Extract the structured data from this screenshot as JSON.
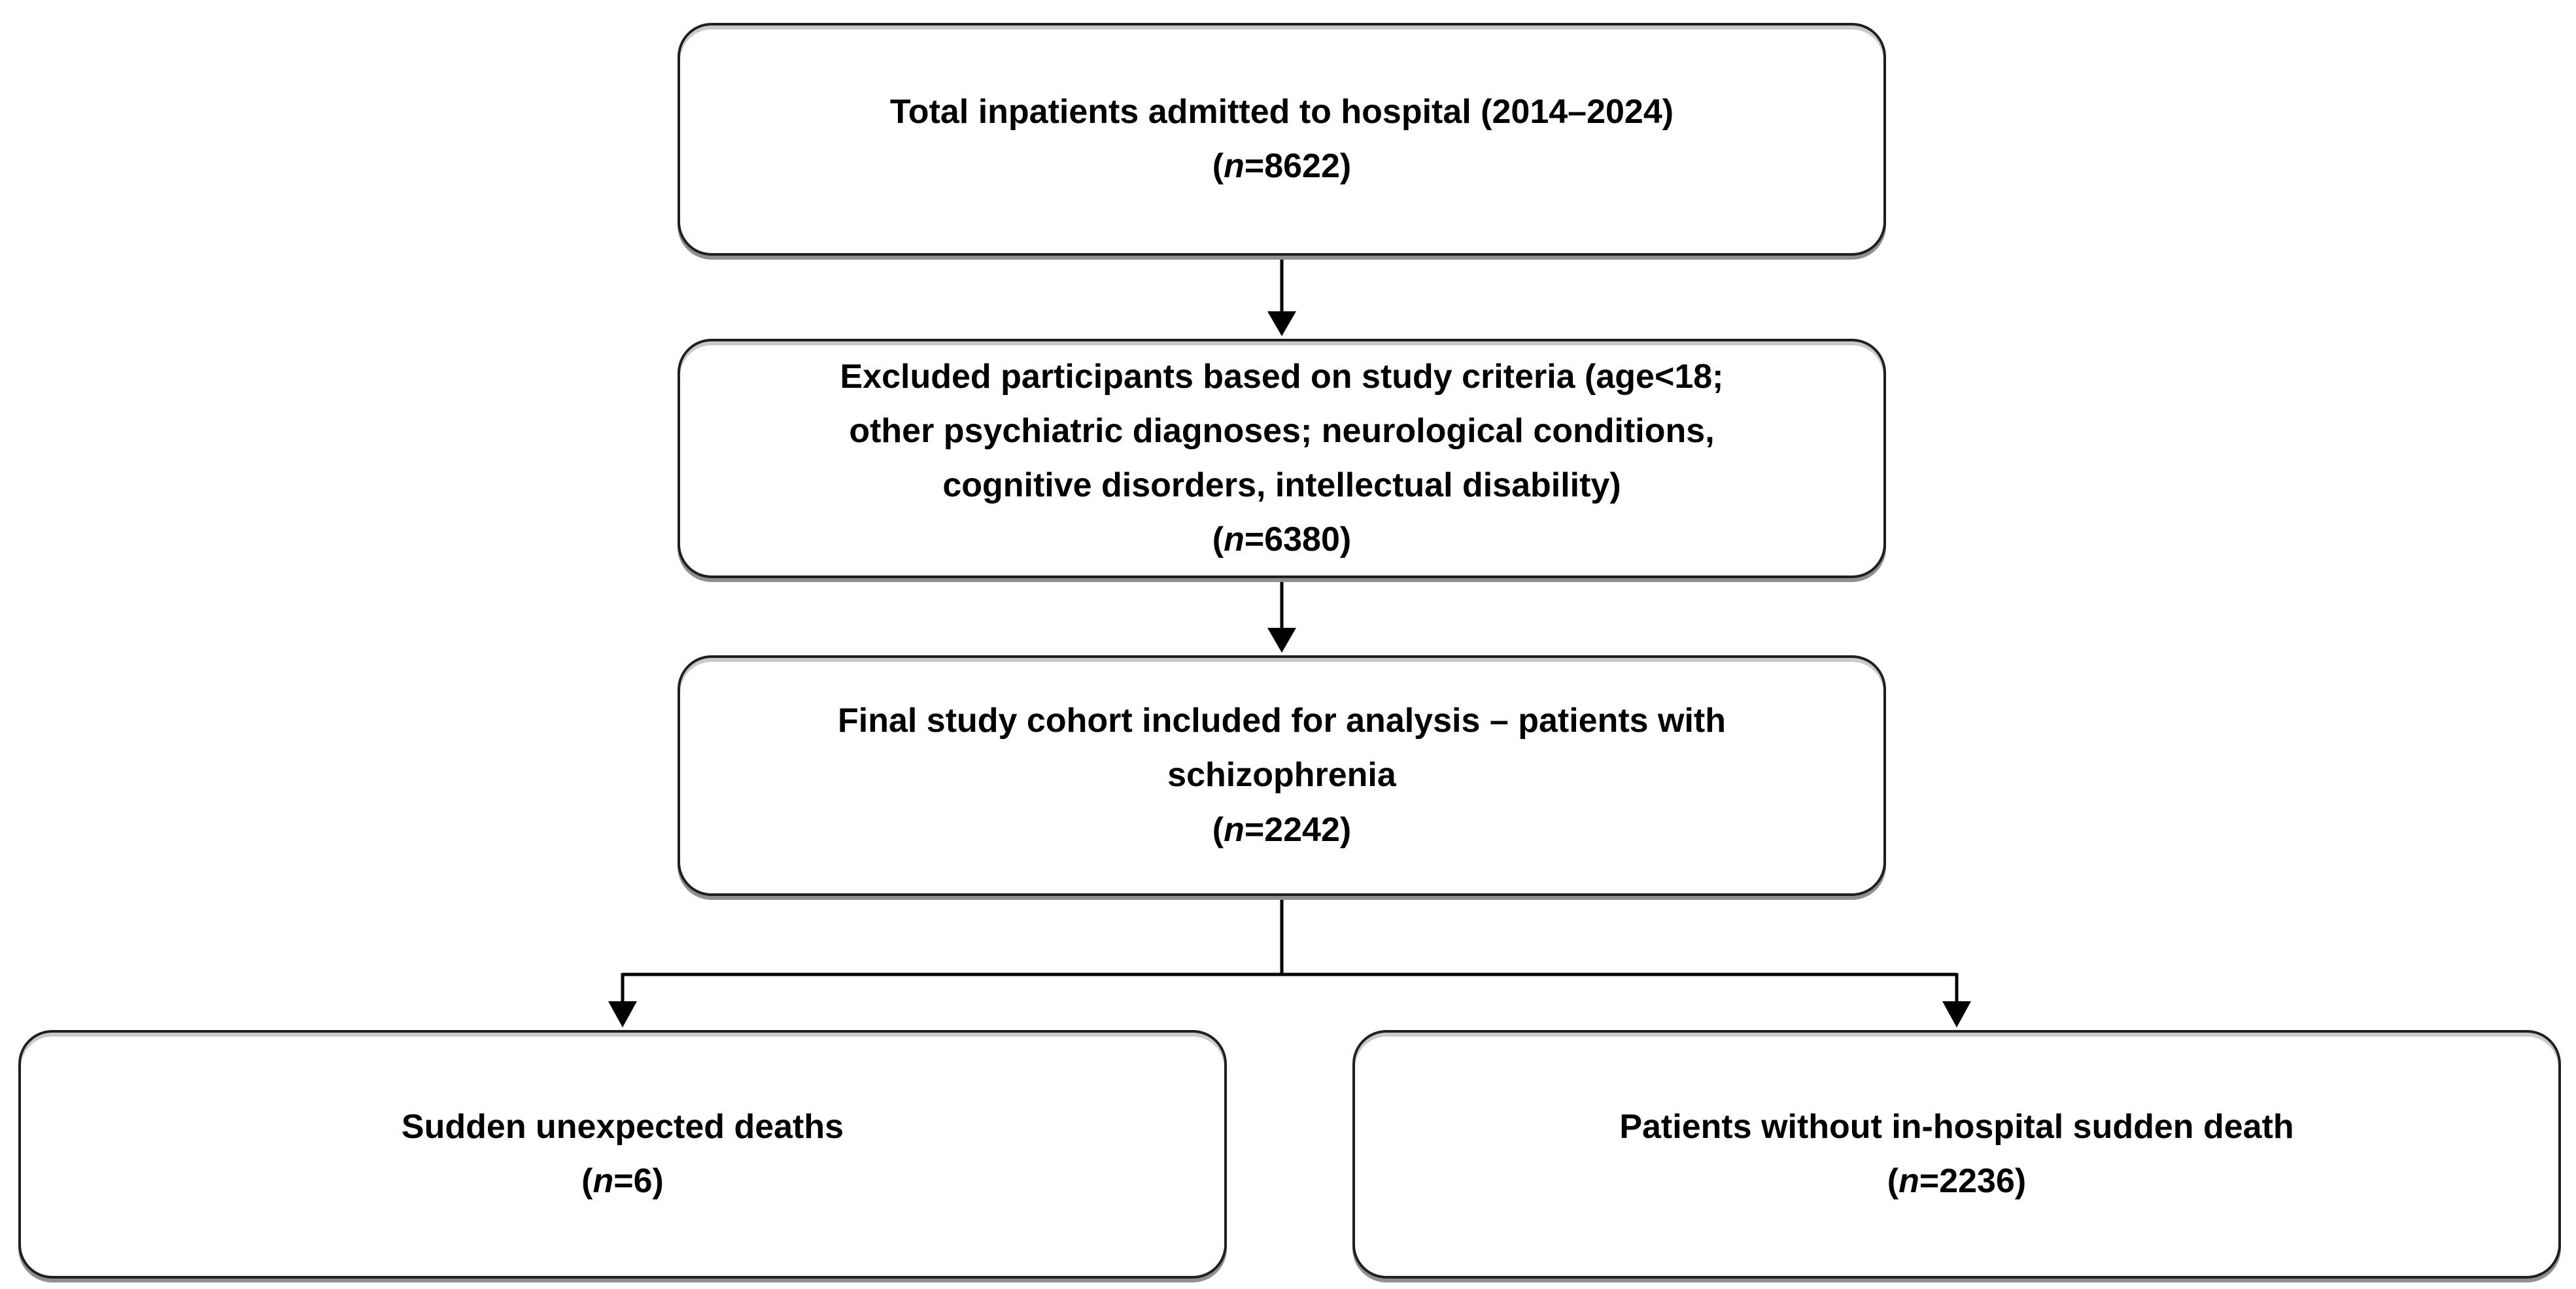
{
  "figure": {
    "type": "study-flow-diagram",
    "background_color": "#ffffff",
    "box_border_color": "#1f1f1f",
    "text_color": "#000000",
    "arrow_color": "#000000"
  },
  "n_format": {
    "open": "(",
    "symbol": "n",
    "equals": "=",
    "close": ")"
  },
  "boxes": [
    {
      "id": "total-inpatients",
      "lines": [
        "Total inpatients admitted to hospital (2014–2024)"
      ],
      "n": "8622"
    },
    {
      "id": "excluded-participants",
      "lines": [
        "Excluded participants based on study criteria (age<18;",
        "other psychiatric diagnoses; neurological conditions,",
        "cognitive disorders, intellectual disability)"
      ],
      "n": "6380"
    },
    {
      "id": "final-cohort",
      "lines": [
        "Final study cohort included for analysis – patients with",
        "schizophrenia"
      ],
      "n": "2242"
    },
    {
      "id": "sudden-deaths",
      "lines": [
        "Sudden unexpected deaths"
      ],
      "n": "6"
    },
    {
      "id": "no-sudden-death",
      "lines": [
        "Patients without in-hospital sudden death"
      ],
      "n": "2236"
    }
  ],
  "connections": [
    {
      "from": "total-inpatients",
      "to": "excluded-participants",
      "style": "arrow"
    },
    {
      "from": "excluded-participants",
      "to": "final-cohort",
      "style": "arrow"
    },
    {
      "from": "final-cohort",
      "to": "sudden-deaths",
      "style": "branch-arrow"
    },
    {
      "from": "final-cohort",
      "to": "no-sudden-death",
      "style": "branch-arrow"
    }
  ]
}
